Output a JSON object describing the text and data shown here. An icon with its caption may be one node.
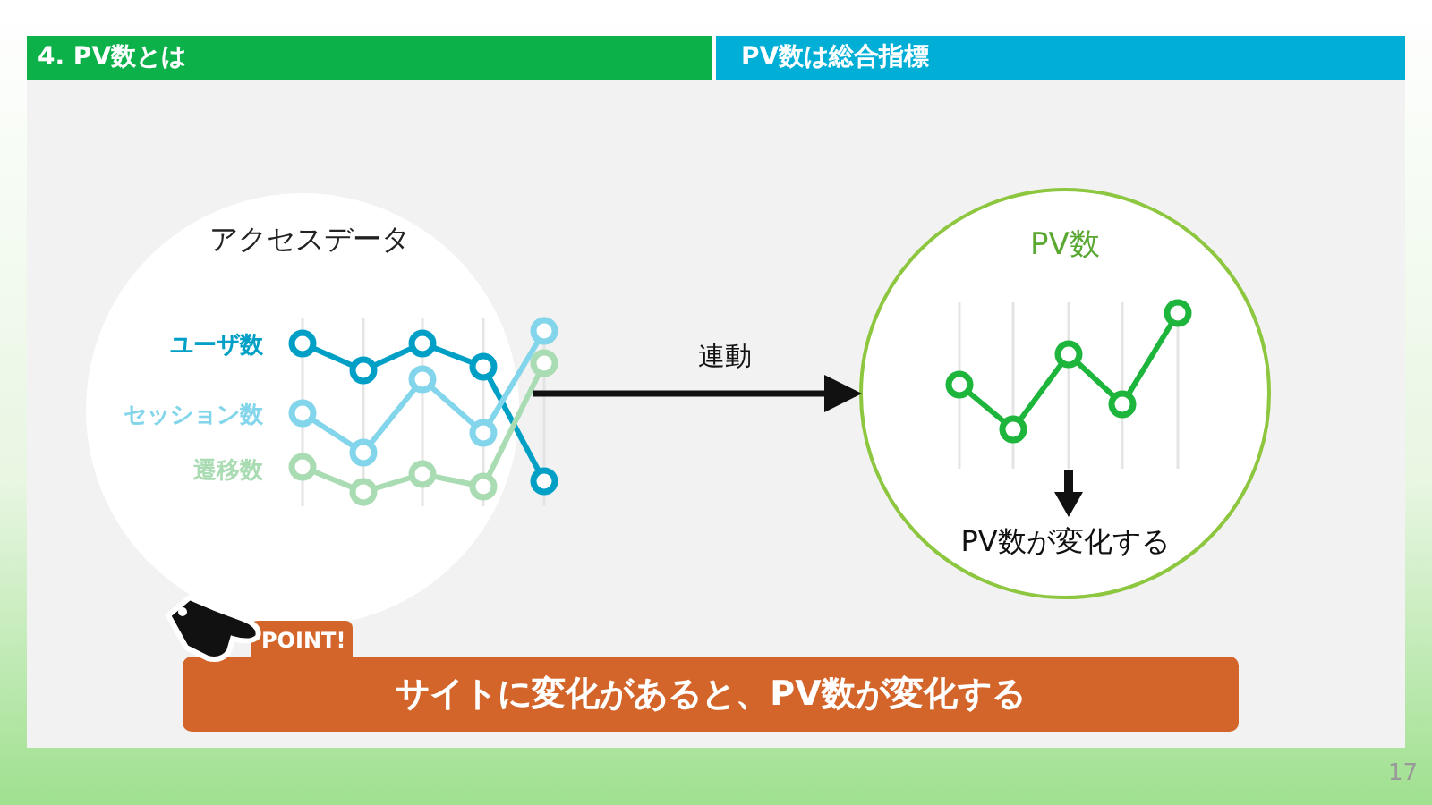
{
  "diagram": {
    "title": "4. PV数とは",
    "nodes": [
      {
        "text": [
          "アクセスデータ",
          "ユーザ数",
          "セッション数",
          "遷移数"
        ]
      },
      {
        "text": [
          "PV数",
          "PV数が変化する"
        ]
      },
      {
        "text": [
          "POINT!",
          "サイトに変化があると、PV数が変化する"
        ]
      }
    ],
    "edges": [
      {
        "from": 0,
        "to": 1,
        "arrow": "to",
        "label": "連動"
      }
    ],
    "labels": [
      "PV数は総合指標",
      "17"
    ]
  }
}
